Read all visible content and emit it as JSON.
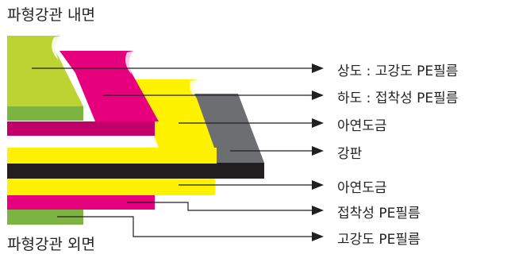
{
  "titles": {
    "inner": "파형강관 내면",
    "outer": "파형강관 외면"
  },
  "labels": [
    "상도 : 고강도 PE필름",
    "하도 : 접착성 PE필름",
    "아연도금",
    "강판",
    "아연도금",
    "접착성 PE필름",
    "고강도 PE필름"
  ],
  "colors": {
    "lime": "#bcd431",
    "green": "#7cb342",
    "magenta": "#e6007e",
    "dark_magenta": "#c1006a",
    "yellow": "#fff200",
    "dark_yellow": "#e8d800",
    "gray": "#6d6e71",
    "black": "#231f20",
    "line": "#231f20"
  }
}
